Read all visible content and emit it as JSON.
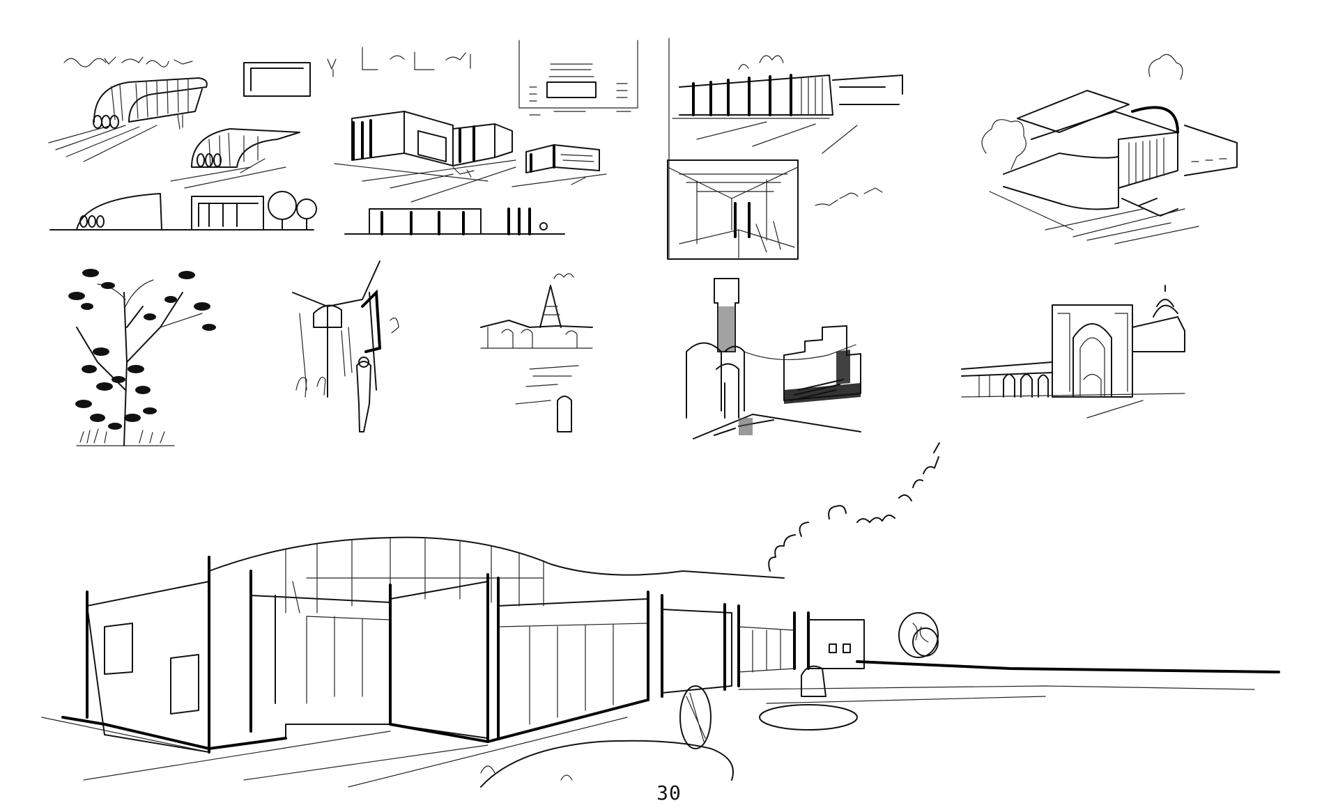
{
  "page": {
    "page_number": "30",
    "background": "#ffffff",
    "ink_color": "#111111"
  },
  "sketches": [
    {
      "subject": "curved-pavilion-perspectives"
    },
    {
      "subject": "flat-roof-pavilion-perspectives"
    },
    {
      "subject": "plans-and-elevations"
    },
    {
      "subject": "colonnade-perspective"
    },
    {
      "subject": "interior-perspective"
    },
    {
      "subject": "axonometric-building"
    },
    {
      "subject": "tree"
    },
    {
      "subject": "bazaar-street"
    },
    {
      "subject": "mosque-courtyard"
    },
    {
      "subject": "tower-and-stairs"
    },
    {
      "subject": "mosque-portal"
    },
    {
      "subject": "main-building-perspective"
    }
  ]
}
